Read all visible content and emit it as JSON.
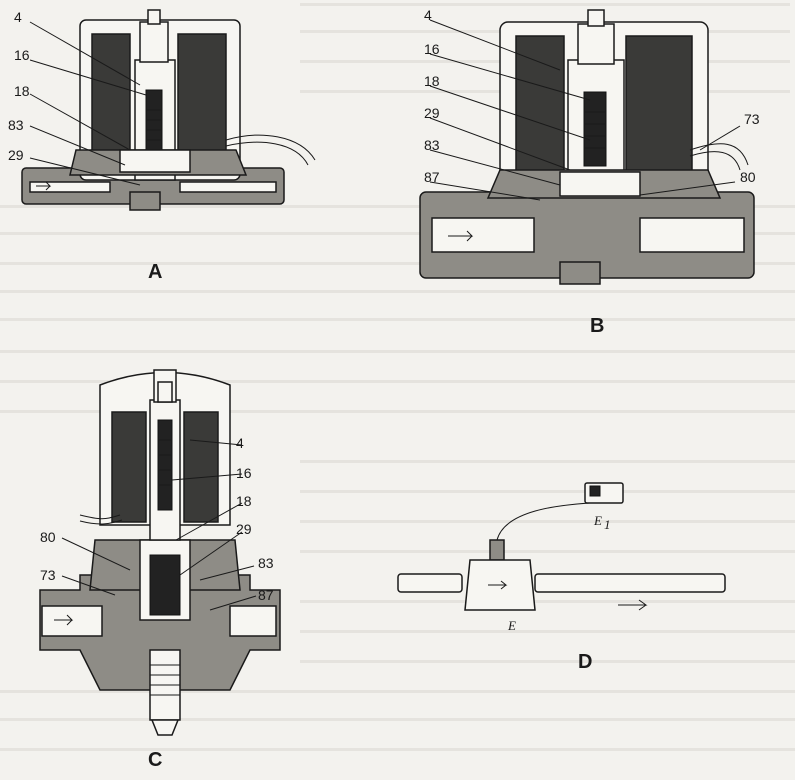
{
  "figures": {
    "A": {
      "title": "A",
      "labels": {
        "l4": "4",
        "l16": "16",
        "l18": "18",
        "l83": "83",
        "l29": "29"
      }
    },
    "B": {
      "title": "B",
      "labels": {
        "l4": "4",
        "l16": "16",
        "l18": "18",
        "l29": "29",
        "l83": "83",
        "l87": "87",
        "l73": "73",
        "l80": "80"
      }
    },
    "C": {
      "title": "C",
      "labels": {
        "l4": "4",
        "l16": "16",
        "l18": "18",
        "l29": "29",
        "l80": "80",
        "l83": "83",
        "l73": "73",
        "l87": "87"
      }
    },
    "D": {
      "title": "D",
      "labels": {
        "e1": "E",
        "e1sub": "1",
        "e": "E"
      }
    }
  }
}
